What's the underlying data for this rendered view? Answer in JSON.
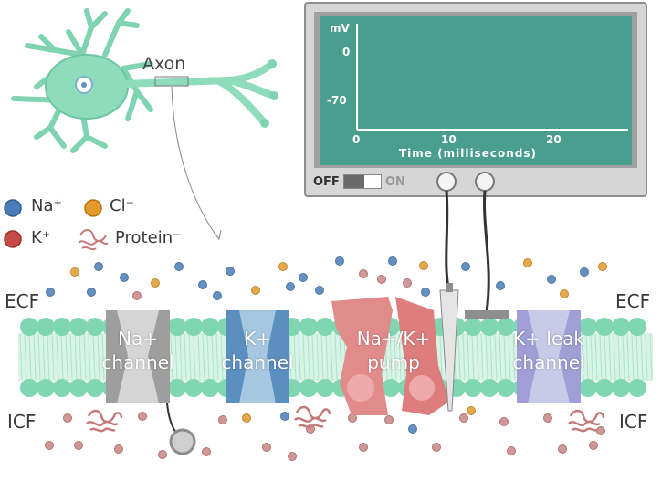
{
  "neuron": {
    "axon_label": "Axon"
  },
  "legend": {
    "na_label": "Na⁺",
    "k_label": "K⁺",
    "cl_label": "Cl⁻",
    "protein_label": "Protein⁻",
    "na_color": "#4a7db8",
    "k_color": "#c64a4a",
    "cl_color": "#e39a2a",
    "protein_color": "#c27a7a"
  },
  "scope": {
    "y_unit": "mV",
    "y_ticks": [
      "0",
      "-70"
    ],
    "x_ticks": [
      "0",
      "10",
      "20"
    ],
    "x_label": "Time (milliseconds)",
    "switch_off": "OFF",
    "switch_on": "ON",
    "screen_color": "#4a9e8e"
  },
  "membrane": {
    "ecf_label": "ECF",
    "icf_label": "ICF",
    "channels": [
      {
        "name": "Na+ channel",
        "line1": "Na+",
        "line2": "channel",
        "color": "#9e9e9e"
      },
      {
        "name": "K+ channel",
        "line1": "K+",
        "line2": "channel",
        "color": "#5b8fbf"
      },
      {
        "name": "Na+/K+ pump",
        "line1": "Na+/K+",
        "line2": "pump",
        "color": "#e28b8b"
      },
      {
        "name": "K+ leak channel",
        "line1": "K+ leak",
        "line2": "channel",
        "color": "#9f9fd6"
      }
    ],
    "lipid_color": "#7fd6b0"
  }
}
